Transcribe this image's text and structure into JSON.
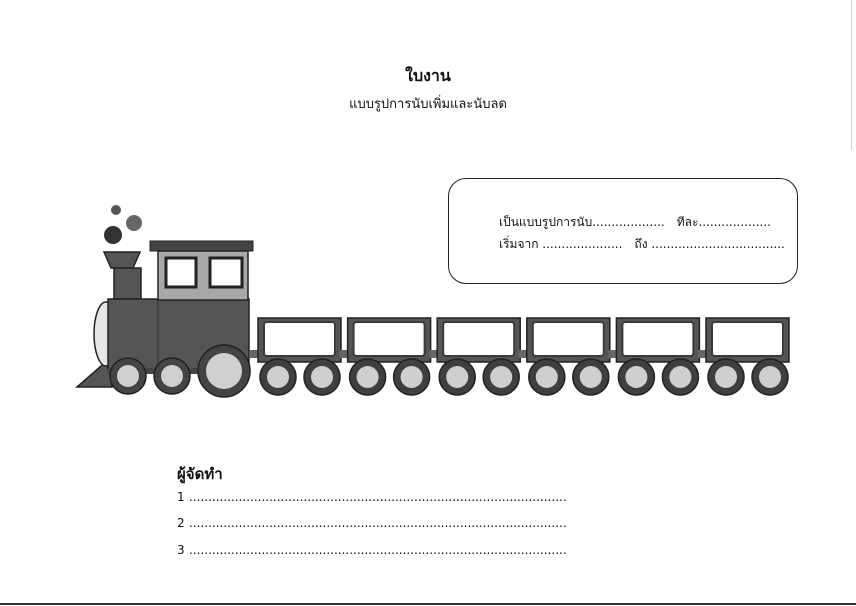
{
  "header": {
    "title": "ใบงาน",
    "subtitle": "แบบรูปการนับเพิ่มและนับลด"
  },
  "info_box": {
    "line1_a": "เป็นแบบรูปการนับ...................",
    "line1_b": "ทีละ...................",
    "line2_a": "เริ่มจาก .....................",
    "line2_b": "ถึง ..................................."
  },
  "makers": {
    "heading": "ผู้จัดทำ",
    "rows": [
      {
        "num": "1",
        "dots": "..................................................................................................."
      },
      {
        "num": "2",
        "dots": "..................................................................................................."
      },
      {
        "num": "3",
        "dots": "..................................................................................................."
      }
    ]
  },
  "illustration": {
    "name": "train-with-six-cars",
    "car_count": 6,
    "colors": {
      "body": "#555555",
      "window_frame": "#3a3a3a",
      "wheel_outer": "#3f3f3f",
      "wheel_inner": "#cfcfcf",
      "cab": "#9a9a9a",
      "smoke": "#555555"
    }
  }
}
